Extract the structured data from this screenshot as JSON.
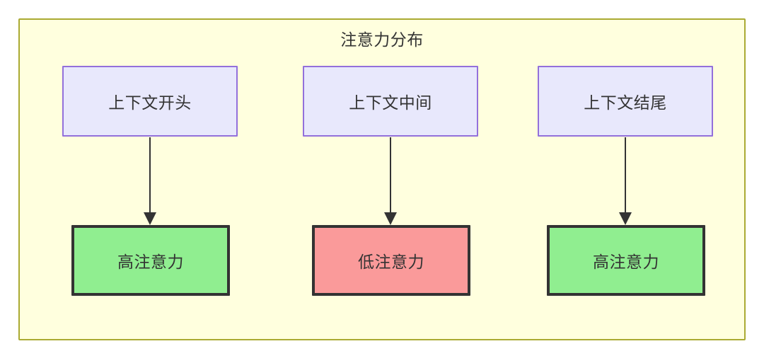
{
  "diagram": {
    "type": "flowchart",
    "direction": "top-to-bottom",
    "title": "注意力分布",
    "container": {
      "name": "attention-distribution-subgraph",
      "label": "注意力分布",
      "fill_color": "#ffffde",
      "border_color": "#aaaa33"
    },
    "nodes": [
      {
        "id": "ctx-start",
        "label": "上下文开头",
        "row": "top",
        "column": 1,
        "fill_color": "#e8e8fc",
        "border_color": "#9370db",
        "text_color": "#333333"
      },
      {
        "id": "ctx-middle",
        "label": "上下文中间",
        "row": "top",
        "column": 2,
        "fill_color": "#e8e8fc",
        "border_color": "#9370db",
        "text_color": "#333333"
      },
      {
        "id": "ctx-end",
        "label": "上下文结尾",
        "row": "top",
        "column": 3,
        "fill_color": "#e8e8fc",
        "border_color": "#9370db",
        "text_color": "#333333"
      },
      {
        "id": "attn-high-start",
        "label": "高注意力",
        "row": "bottom",
        "column": 1,
        "fill_color": "#90ee90",
        "border_color": "#333333",
        "text_color": "#333333"
      },
      {
        "id": "attn-low-middle",
        "label": "低注意力",
        "row": "bottom",
        "column": 2,
        "fill_color": "#fa9a9a",
        "border_color": "#333333",
        "text_color": "#333333"
      },
      {
        "id": "attn-high-end",
        "label": "高注意力",
        "row": "bottom",
        "column": 3,
        "fill_color": "#90ee90",
        "border_color": "#333333",
        "text_color": "#333333"
      }
    ],
    "edges": [
      {
        "id": "edge-1",
        "from": "ctx-start",
        "to": "attn-high-start",
        "label": "",
        "arrow": "solid-triangle",
        "color": "#333333"
      },
      {
        "id": "edge-2",
        "from": "ctx-middle",
        "to": "attn-low-middle",
        "label": "",
        "arrow": "solid-triangle",
        "color": "#333333"
      },
      {
        "id": "edge-3",
        "from": "ctx-end",
        "to": "attn-high-end",
        "label": "",
        "arrow": "solid-triangle",
        "color": "#333333"
      }
    ]
  }
}
